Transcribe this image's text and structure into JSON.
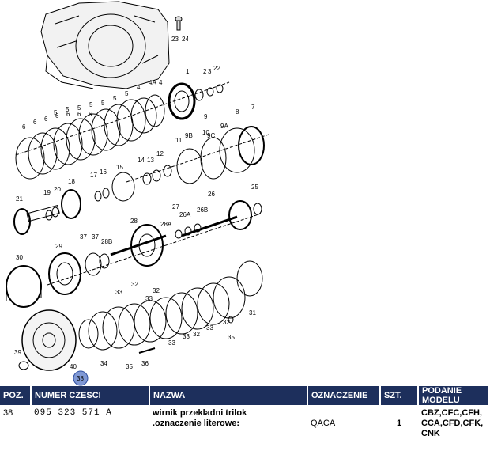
{
  "diagram": {
    "callouts": [
      "23",
      "24",
      "1",
      "2",
      "3",
      "22",
      "4",
      "4A",
      "4",
      "5",
      "5",
      "5",
      "5",
      "5",
      "5",
      "5",
      "6",
      "6",
      "6",
      "6",
      "6",
      "6",
      "6",
      "7",
      "8",
      "9",
      "9A",
      "9B",
      "9C",
      "10",
      "11",
      "12",
      "13",
      "14",
      "15",
      "16",
      "17",
      "18",
      "19",
      "20",
      "21",
      "25",
      "26",
      "26A",
      "26B",
      "27",
      "28",
      "28A",
      "28B",
      "29",
      "30",
      "31",
      "32",
      "32",
      "32",
      "32",
      "33",
      "33",
      "33",
      "33",
      "33",
      "34",
      "35",
      "35",
      "36",
      "37",
      "37",
      "38",
      "39",
      "40"
    ],
    "highlight_callout": "38"
  },
  "table": {
    "headers": [
      "POZ.",
      "NUMER CZESCI",
      "NAZWA",
      "OZNACZENIE",
      "SZT.",
      "PODANIE MODELU"
    ],
    "rows": [
      {
        "poz": "38",
        "numer": "095 323 571 A",
        "nazwa_line1": "wirnik przekladni trilok",
        "nazwa_line2": ".oznaczenie literowe:",
        "oznaczenie": "QACA",
        "szt": "1",
        "model_line1": "CBZ,CFC,CFH,",
        "model_line2": "CCA,CFD,CFK,",
        "model_line3": "CNK"
      }
    ]
  }
}
